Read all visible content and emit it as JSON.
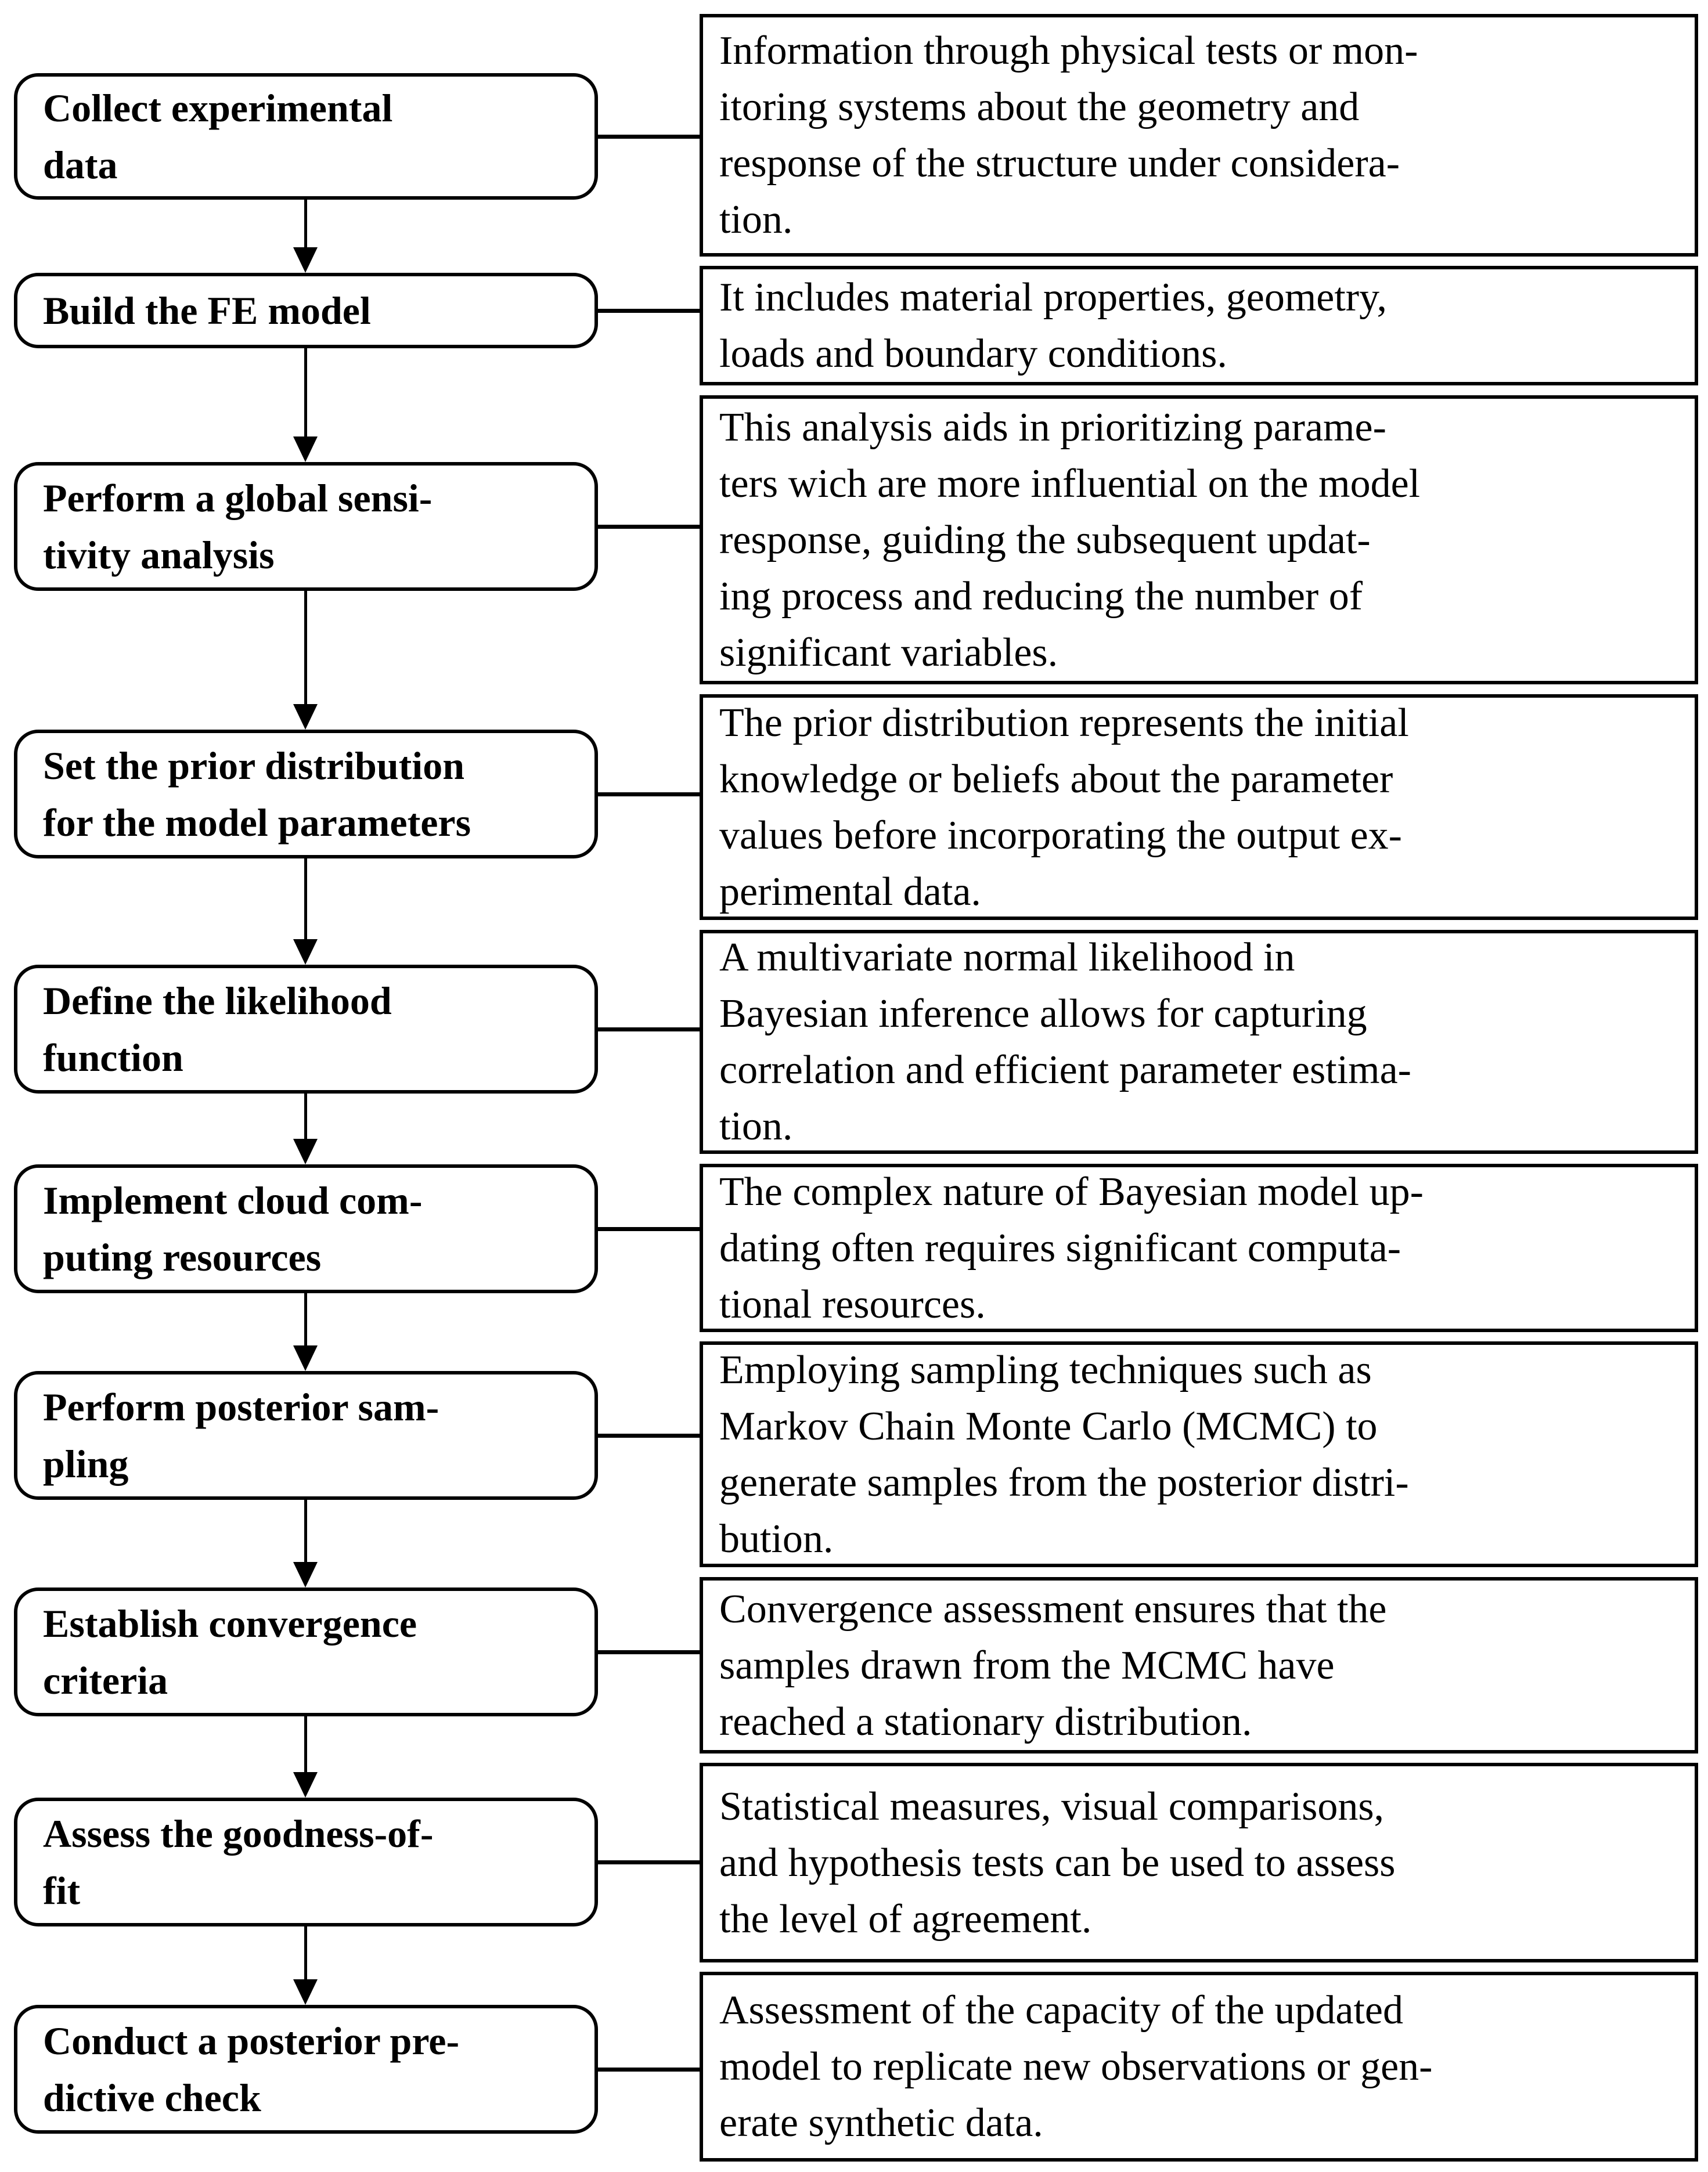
{
  "colors": {
    "background": "#ffffff",
    "line": "#000000"
  },
  "steps": [
    {
      "label": "Collect experimental\ndata",
      "description": "Information through physical tests or mon-\nitoring systems about the geometry and\nresponse of the structure under considera-\ntion."
    },
    {
      "label": "Build the FE model",
      "description": "It includes material properties, geometry,\nloads and boundary conditions."
    },
    {
      "label": "Perform a global sensi-\ntivity analysis",
      "description": "This analysis aids in prioritizing parame-\nters wich are more influential on the model\nresponse, guiding the subsequent updat-\ning process and reducing the number of\nsignificant variables."
    },
    {
      "label": "Set the prior distribution\nfor the model parameters",
      "description": "The prior distribution represents the initial\nknowledge or beliefs about the parameter\nvalues before incorporating the output ex-\nperimental data."
    },
    {
      "label": "Define the likelihood\nfunction",
      "description": "A multivariate normal likelihood in\nBayesian inference allows for capturing\ncorrelation and efficient parameter estima-\ntion."
    },
    {
      "label": "Implement cloud com-\nputing resources",
      "description": "The complex nature of Bayesian model up-\ndating often requires significant computa-\ntional resources."
    },
    {
      "label": "Perform posterior sam-\npling",
      "description": "Employing sampling techniques such as\nMarkov Chain Monte Carlo (MCMC) to\ngenerate samples from the posterior distri-\nbution."
    },
    {
      "label": "Establish convergence\ncriteria",
      "description": "Convergence assessment ensures that the\nsamples drawn from the MCMC have\nreached a stationary distribution."
    },
    {
      "label": "Assess the goodness-of-\nfit",
      "description": "Statistical measures, visual comparisons,\nand hypothesis tests can be used to assess\nthe level of agreement."
    },
    {
      "label": "Conduct a posterior pre-\ndictive check",
      "description": "Assessment of the capacity of the updated\nmodel to replicate new observations or gen-\nerate synthetic data."
    }
  ]
}
